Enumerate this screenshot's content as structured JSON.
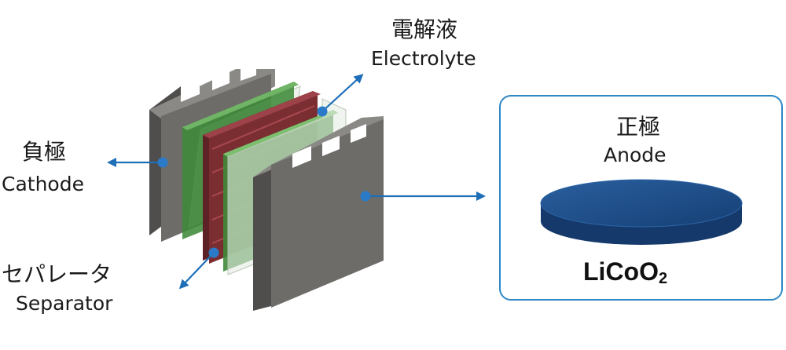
{
  "labels": {
    "electrolyte_ja": "電解液",
    "electrolyte_en": "Electrolyte",
    "cathode_ja": "負極",
    "cathode_en": "Cathode",
    "separator_ja": "セパレータ",
    "separator_en": "Separator",
    "anode_ja": "正極",
    "anode_en": "Anode",
    "anode_material": "LiCoO",
    "anode_material_subscript": "2"
  },
  "colors": {
    "arrow": "#1e6fb8",
    "dot": "#2a7ac8",
    "panel_border": "#2f87c5",
    "plate_gray_front": "#6d6c69",
    "plate_gray_side": "#4f4e4c",
    "plate_green": "#3f8a3a",
    "plate_red": "#7a2e32",
    "disc_top": "#1d4e8c",
    "disc_side": "#15396a"
  },
  "icons": {
    "cell_stack": "battery-cell-stack-illustration",
    "anode_disc": "licoo2-disc-illustration"
  }
}
